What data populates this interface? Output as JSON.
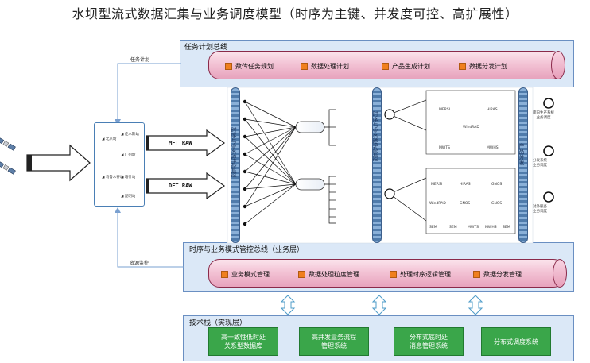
{
  "title": "水坝型流式数据汇集与业务调度模型（时序为主键、并发度可控、高扩展性）",
  "task_bus": {
    "label": "任务计划总线",
    "items": [
      "数传任务规划",
      "数据处理计划",
      "产品生成计划",
      "数据分发计划"
    ]
  },
  "control_bus": {
    "label": "时序与业务模式管控总线（业务层）",
    "items": [
      "业务模式管理",
      "数据处理粒度管理",
      "处理时序逻辑管理",
      "数据分发管理"
    ]
  },
  "tech_stack": {
    "label": "技术栈（实现层）",
    "items": [
      "高一致性低时延\n关系型数据库",
      "高并发业务流程\n管理系统",
      "分布式底时延\n消息管理系统",
      "分布式调度系统"
    ]
  },
  "side": {
    "task_plan": "任务计划",
    "resource_monitor": "资源监控"
  },
  "flows": {
    "mft": "MFT  RAW",
    "dft": "DFT  RAW"
  },
  "vbars": {
    "left": "时序与业务模式管控",
    "middle": "时序与业务模式管控",
    "right": "产品分发"
  },
  "products_top": [
    "MERSI",
    "HIRAS",
    "WindRAD",
    "MWTS",
    "MWHS"
  ],
  "products_bottom": [
    "MERSI",
    "HIRAS",
    "GNOS",
    "WindRAD",
    "GNOS",
    "GNOS",
    "SEM",
    "SEM",
    "MWTS",
    "MWHS",
    "SEM"
  ],
  "stations": [
    "北京站",
    "佳木斯站",
    "广州站",
    "乌鲁木齐站",
    "喀什站",
    "昆明站"
  ],
  "right_circles": [
    "面向生产系统\n业务调度",
    "分发系统\n业务调度",
    "对外服务\n业务调度"
  ]
}
